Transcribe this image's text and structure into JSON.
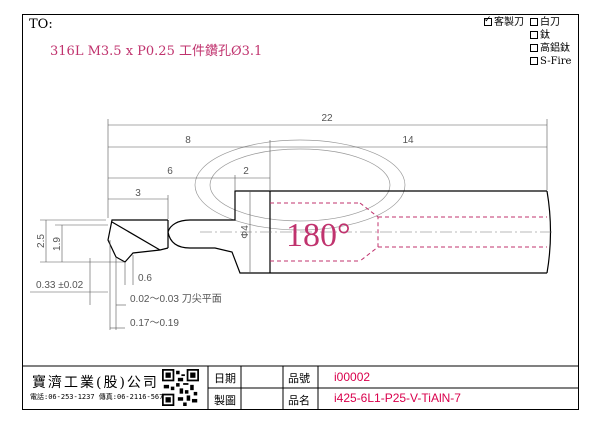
{
  "header": {
    "to_label": "TO:",
    "customer_line": "316L M3.5 x P0.25   工件鑽孔Ø3.1"
  },
  "coating_options": [
    {
      "label": "客製刀",
      "checked": true
    },
    {
      "label": "白刀",
      "checked": false
    },
    {
      "label": "鈦",
      "checked": false
    },
    {
      "label": "高鋁鈦",
      "checked": false
    },
    {
      "label": "S-Fire",
      "checked": false
    }
  ],
  "dimensions": {
    "overall_length": "22",
    "len_8": "8",
    "len_14": "14",
    "len_6": "6",
    "len_2": "2",
    "len_3": "3",
    "height_2_5": "2.5",
    "height_1_9": "1.9",
    "shank_dia": "Φ4",
    "tip_0_6": "0.6",
    "tip_radius": "0.33 ±0.02",
    "tip_flat": "0.02～0.03 刀尖平面",
    "tip_range": "0.17～0.19"
  },
  "angle_marking": "180°",
  "title_block": {
    "company_name": "寶濟工業(股)公司",
    "contact": "電話:06-253-1237 傳真:06-2116-567",
    "date_label": "日期",
    "drawing_label": "製圖",
    "part_no_label": "品號",
    "part_name_label": "品名",
    "part_no_value": "i00002",
    "part_name_value": "i425-6L1-P25-V-TiAlN-7"
  },
  "colors": {
    "accent_magenta": "#c0336e",
    "dimension_gray": "#555555",
    "value_red": "#d9004c"
  }
}
